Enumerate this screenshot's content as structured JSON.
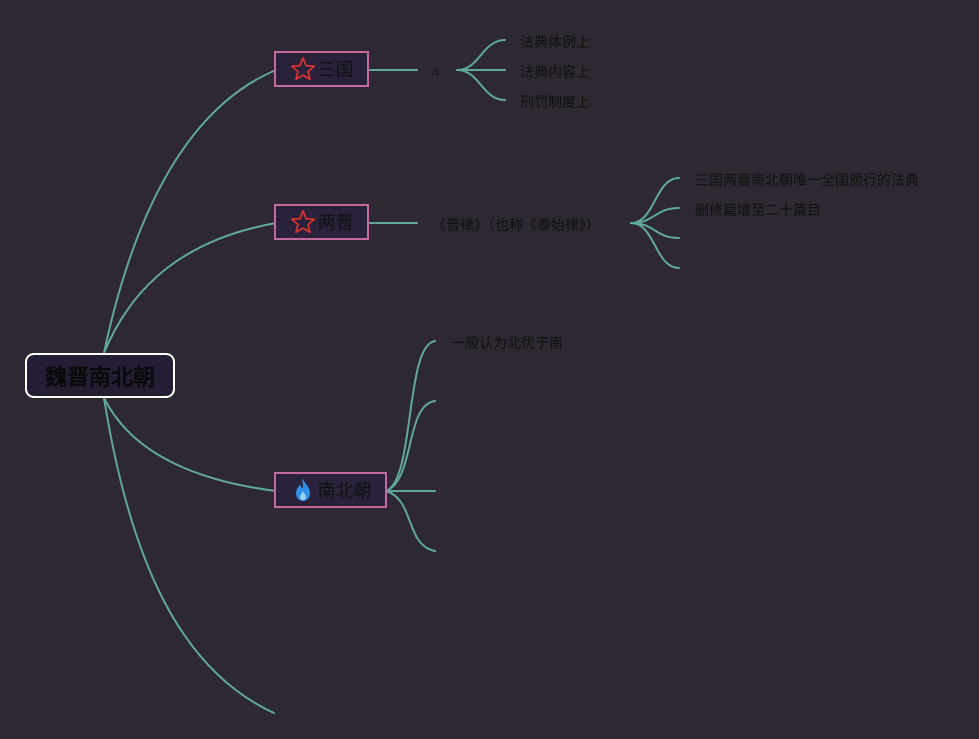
{
  "root": {
    "label": "魏晋南北朝"
  },
  "branches": [
    {
      "label": "三国",
      "icon": "star-icon",
      "child": "a",
      "leaves": [
        "法典体例上",
        "法典内容上",
        "刑罚制度上"
      ]
    },
    {
      "label": "两晋",
      "icon": "star-icon",
      "child": "《晋律》（也称《泰始律》）",
      "leaves": [
        "三国两晋南北朝唯一全国颁行的法典",
        "删修篇增至二十篇目",
        "",
        ""
      ]
    },
    {
      "label": "南北朝",
      "icon": "fire-icon",
      "leaves": [
        "一般认为北优于南",
        "",
        "",
        ""
      ]
    }
  ],
  "colors": {
    "background": "#2d2831",
    "connector": "#5fa89a",
    "branch_border": "#c56a9f",
    "root_border": "#ffffff",
    "star": "#d6322e",
    "fire": "#2f8fe6"
  }
}
